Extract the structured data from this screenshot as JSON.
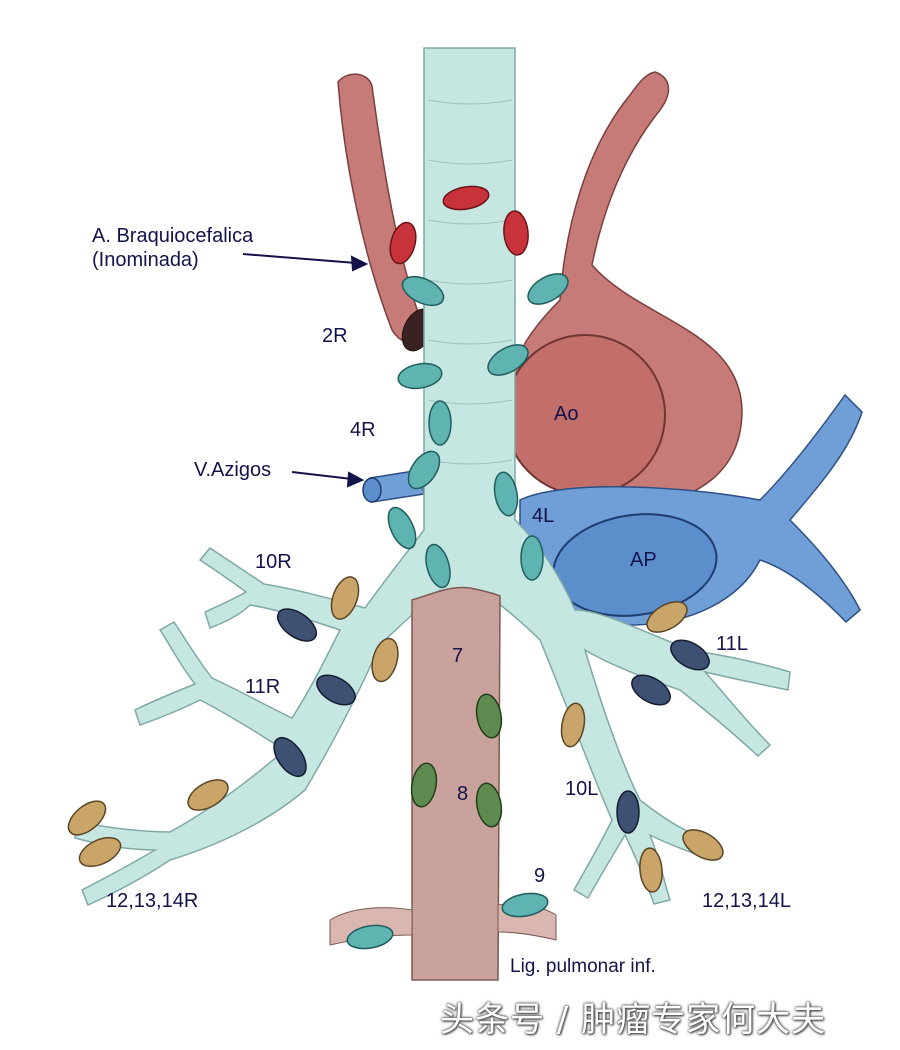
{
  "labels": {
    "a_braquio_1": "A. Braquiocefalica",
    "a_braquio_2": "(Inominada)",
    "st_2r": "2R",
    "st_4r": "4R",
    "v_azigos": "V.Azigos",
    "st_10r": "10R",
    "st_11r": "11R",
    "st_12r": "12,13,14R",
    "ao": "Ao",
    "st_4l": "4L",
    "ap": "AP",
    "st_11l": "11L",
    "st_7": "7",
    "st_8": "8",
    "st_10l": "10L",
    "st_9": "9",
    "st_12l": "12,13,14L",
    "lig_pulmonar": "Lig. pulmonar inf."
  },
  "watermark": "头条号 / 肿瘤专家何大夫",
  "colors": {
    "airway": "#c6e6e2",
    "airway_stroke": "#7fa9a6",
    "artery": "#c77b78",
    "esophagus": "#c9a29c",
    "pulmonary_artery": "#6f9fd6",
    "node_red": "#c8323a",
    "node_teal": "#5fb3b0",
    "node_tan": "#c9a56a",
    "node_navy": "#3f5173",
    "node_green": "#5e8a4f",
    "label_text": "#13134a"
  }
}
